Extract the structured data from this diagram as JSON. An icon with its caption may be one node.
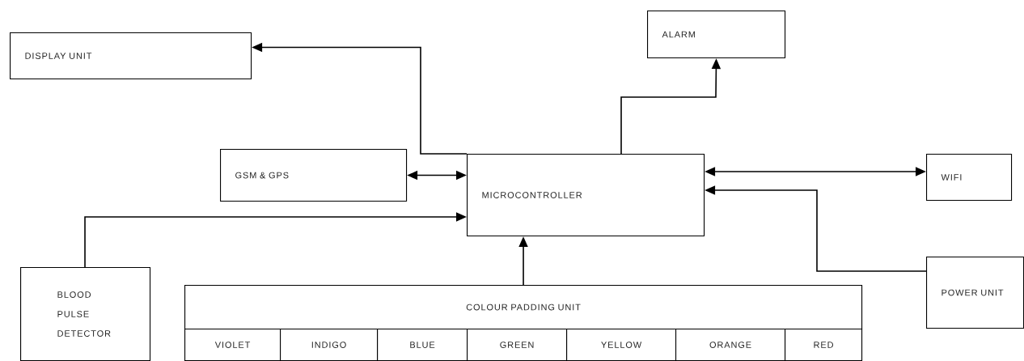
{
  "diagram": {
    "nodes": [
      {
        "text": [
          "DISPLAY UNIT"
        ]
      },
      {
        "text": [
          "ALARM"
        ]
      },
      {
        "text": [
          "GSM & GPS"
        ]
      },
      {
        "text": [
          "MICROCONTROLLER"
        ]
      },
      {
        "text": [
          "WIFI"
        ]
      },
      {
        "text": [
          "BLOOD PULSE DETECTOR"
        ]
      },
      {
        "text": [
          "COLOUR PADDING UNIT"
        ]
      },
      {
        "text": [
          "VIOLET"
        ]
      },
      {
        "text": [
          "INDIGO"
        ]
      },
      {
        "text": [
          "BLUE"
        ]
      },
      {
        "text": [
          "GREEN"
        ]
      },
      {
        "text": [
          "YELLOW"
        ]
      },
      {
        "text": [
          "ORANGE"
        ]
      },
      {
        "text": [
          "RED"
        ]
      },
      {
        "text": [
          "POWER UNIT"
        ]
      }
    ],
    "edges": [
      {
        "from": 3,
        "to": 0,
        "arrow": "to"
      },
      {
        "from": 3,
        "to": 1,
        "arrow": "to"
      },
      {
        "from": 2,
        "to": 3,
        "arrow": "both"
      },
      {
        "from": 5,
        "to": 3,
        "arrow": "to"
      },
      {
        "from": 3,
        "to": 4,
        "arrow": "both"
      },
      {
        "from": 14,
        "to": 3,
        "arrow": "to"
      },
      {
        "from": 6,
        "to": 3,
        "arrow": "to"
      }
    ]
  }
}
